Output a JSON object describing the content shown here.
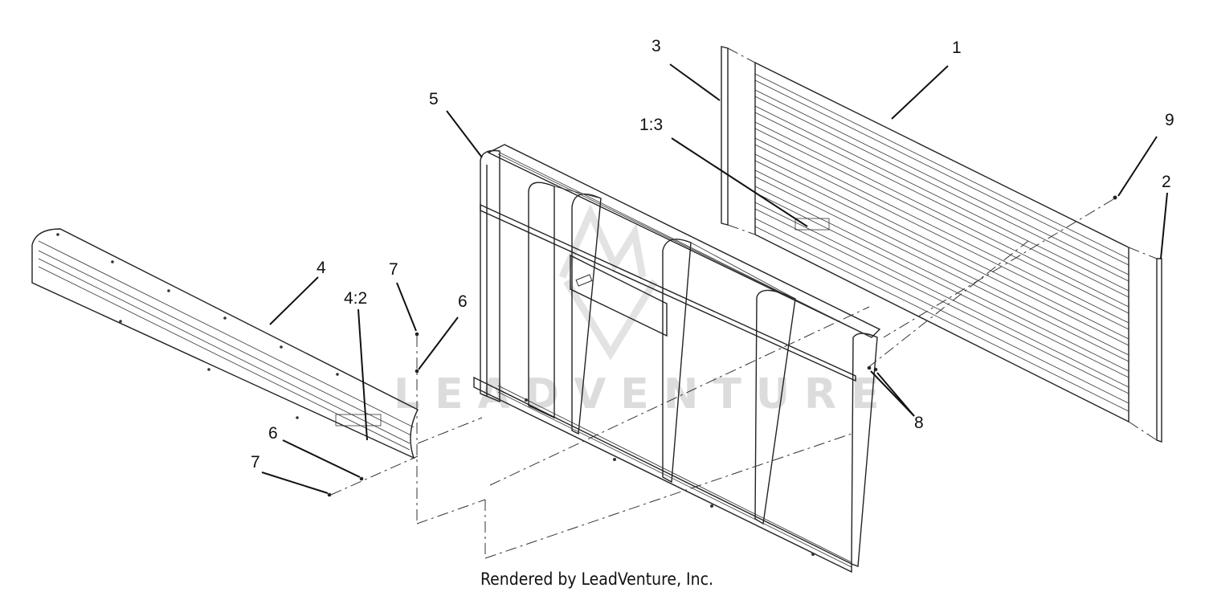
{
  "callouts": {
    "c1": "1",
    "c2": "2",
    "c3": "3",
    "c4": "4",
    "c5": "5",
    "c6a": "6",
    "c6b": "6",
    "c7a": "7",
    "c7b": "7",
    "c8": "8",
    "c9": "9",
    "c1_3": "1:3",
    "c4_2": "4:2"
  },
  "watermark": "LEADVENTURE",
  "credit": "Rendered by LeadVenture, Inc."
}
